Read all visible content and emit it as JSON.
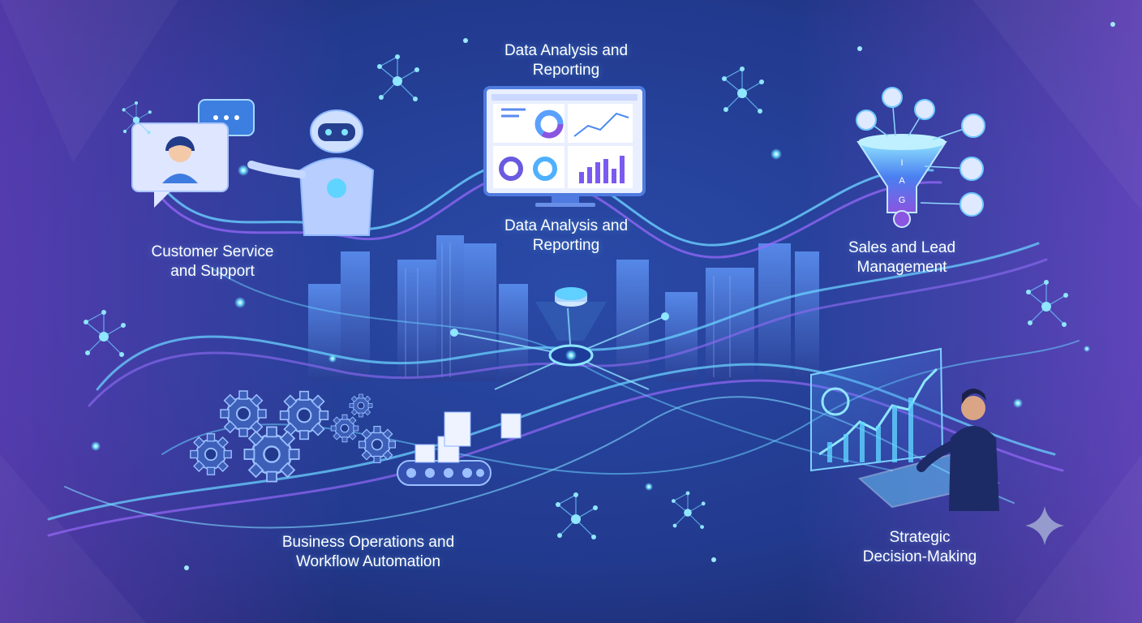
{
  "labels": {
    "data_top": [
      "Data Analysis and",
      "Reporting"
    ],
    "data_mid": [
      "Data Analysis and",
      "Reporting"
    ],
    "customer": [
      "Customer Service",
      "and Support"
    ],
    "sales": [
      "Sales and Lead",
      "Management"
    ],
    "operations": [
      "Business Operations and",
      "Workflow Automation"
    ],
    "strategic": [
      "Strategic",
      "Decision-Making"
    ]
  },
  "funnel_letters": [
    "I",
    "A",
    "G"
  ],
  "colors": {
    "background": "#1d2c6e",
    "glow": "#5fd4ff",
    "stream_cyan": "#6ad0ff",
    "stream_purple": "#9b6bff",
    "text": "#ffffff"
  },
  "icons": [
    "chat-bubble-icon",
    "robot-icon",
    "monitor-dashboard-icon",
    "funnel-icon",
    "gear-icon",
    "document-icon",
    "conveyor-icon",
    "hologram-chart-icon",
    "businessman-icon",
    "sparkle-icon",
    "network-node-icon",
    "city-icon",
    "hub-icon"
  ]
}
